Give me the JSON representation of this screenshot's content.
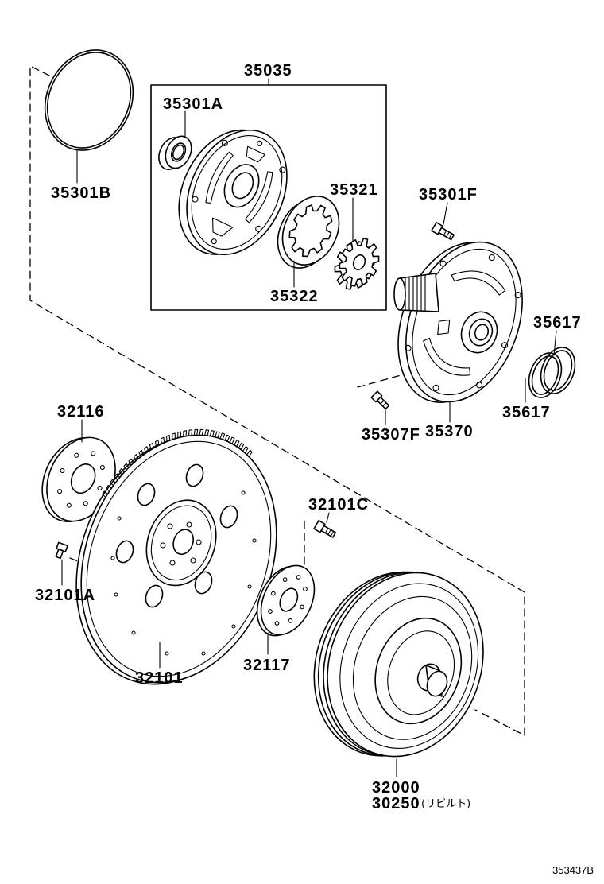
{
  "diagram": {
    "callouts": [
      "35035",
      "35301A",
      "35301B",
      "35321",
      "35301F",
      "35322",
      "35617",
      "35617",
      "32116",
      "35307F",
      "35370",
      "32101C",
      "32101A",
      "32117",
      "32101",
      "32000",
      "30250",
      "(リビルト)"
    ],
    "illustration_code": "353437B",
    "line_color": "#000000",
    "background_color": "#ffffff"
  }
}
